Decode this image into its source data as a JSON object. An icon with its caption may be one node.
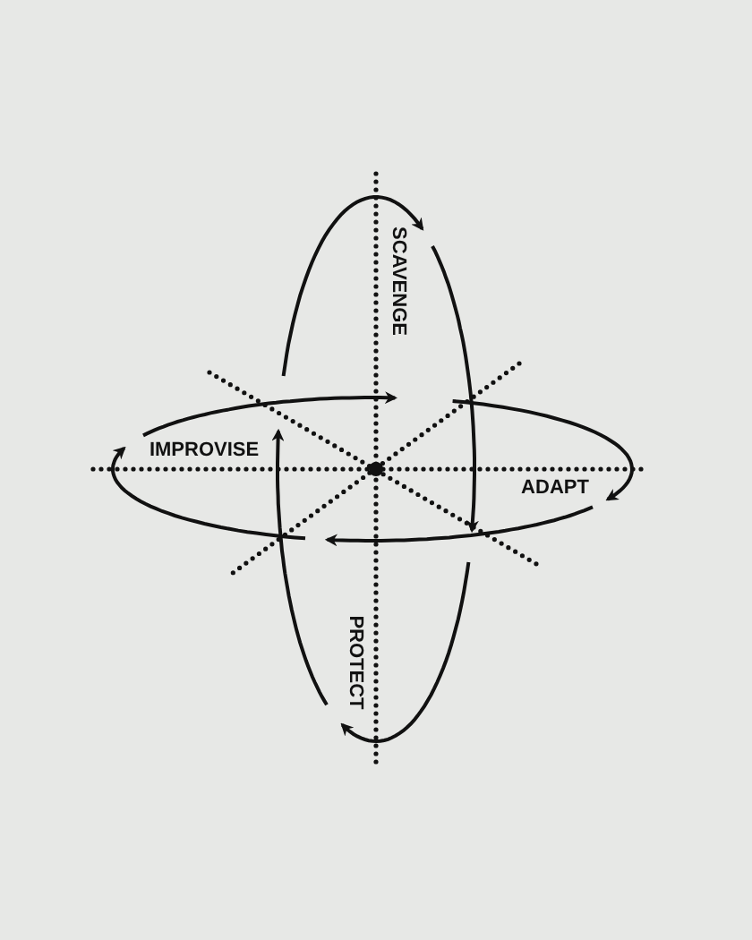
{
  "diagram": {
    "labels": [
      "SCAVENGE",
      "IMPROVISE",
      "ADAPT",
      "PROTECT"
    ]
  }
}
